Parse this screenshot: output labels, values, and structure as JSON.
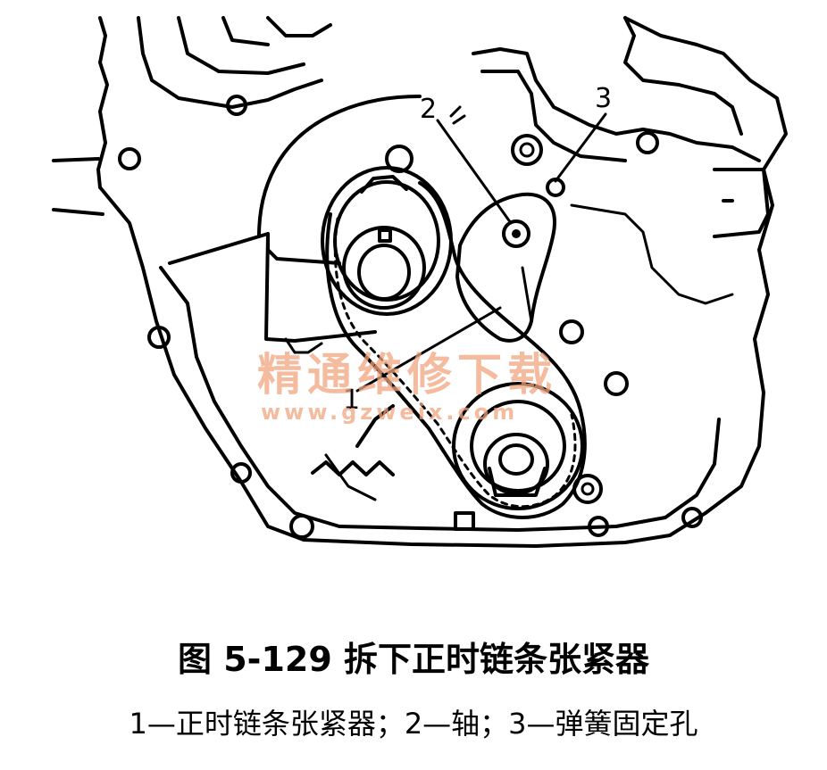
{
  "figure": {
    "callouts": [
      {
        "id": "1",
        "label": "1"
      },
      {
        "id": "2",
        "label": "2"
      },
      {
        "id": "3",
        "label": "3"
      }
    ],
    "watermark": {
      "text": "精通维修下载",
      "url": "www.gzweix.com",
      "color": "#f1a57f"
    }
  },
  "caption": {
    "title": "图 5-129   拆下正时链条张紧器",
    "legend": "1—正时链条张紧器；2—轴；3—弹簧固定孔"
  }
}
